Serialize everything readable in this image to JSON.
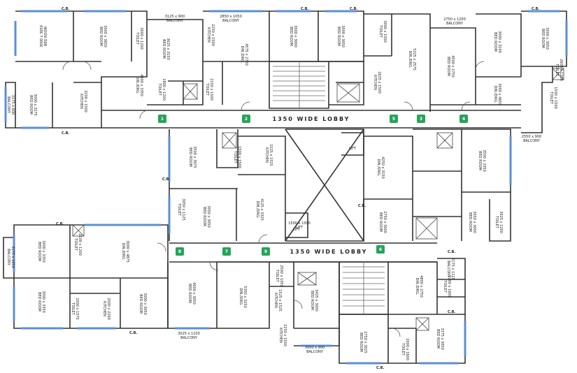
{
  "lobbies": [
    "1350 WIDE LOBBY",
    "1350 WIDE LOBBY"
  ],
  "flat_tags": [
    "1",
    "2",
    "5",
    "3",
    "4",
    "6",
    "7",
    "9",
    "8"
  ],
  "cb_label": "C.B.",
  "lift_label": "LIFT",
  "accent_color": "#27a35a",
  "window_color": "#5b8fd6",
  "rooms": [
    {
      "line1": "3000 x 3650",
      "line2": "BED ROOM",
      "rot": -90
    },
    {
      "line1": "3000 x 3650",
      "line2": "BED ROOM",
      "rot": 90
    },
    {
      "line1": "3125 x 900",
      "line2": "BALCONY",
      "rot": 0
    },
    {
      "line1": "2850 x 1050",
      "line2": "BALCONY",
      "rot": 0
    },
    {
      "line1": "3000 x 1200",
      "line2": "TOILET",
      "rot": 90
    },
    {
      "line1": "3625 x 3150",
      "line2": "BED ROOM",
      "rot": 90
    },
    {
      "line1": "2250 x 1500",
      "line2": "KITCHEN",
      "rot": 90
    },
    {
      "line1": "4575 x 2700",
      "line2": "DIN./DRG.",
      "rot": 90
    },
    {
      "line1": "3000 x 3000",
      "line2": "BED ROOM",
      "rot": 90
    },
    {
      "line1": "3000 x 3050",
      "line2": "BED ROOM",
      "rot": 90
    },
    {
      "line1": "3000 x 1500",
      "line2": "TOILET",
      "rot": 90
    },
    {
      "line1": "5325 x 2575",
      "line2": "DIN./DRG.",
      "rot": 90
    },
    {
      "line1": "2750 x 1200",
      "line2": "BALCONY",
      "rot": 0
    },
    {
      "line1": "4500 x 2750",
      "line2": "BED ROOM",
      "rot": 90
    },
    {
      "line1": "3000 x 3100",
      "line2": "BED ROOM",
      "rot": 90
    },
    {
      "line1": "3000 x 3050",
      "line2": "BED ROOM",
      "rot": 90
    },
    {
      "line1": "2600 x 1200",
      "line2": "TOILET",
      "rot": 90
    },
    {
      "line1": "4300 x 3350",
      "line2": "DIN./DRG.",
      "rot": 90
    },
    {
      "line1": "3200 x 1500",
      "line2": "KITCHEN",
      "rot": 90
    },
    {
      "line1": "3000 x 3275",
      "line2": "BED ROOM",
      "rot": 90
    },
    {
      "line1": "3175 x 600",
      "line2": "BALCONY",
      "rot": 90
    },
    {
      "line1": "2150 x 1500",
      "line2": "TOILET",
      "rot": 90
    },
    {
      "line1": "1800 x 1200",
      "line2": "TOILET",
      "rot": 90
    },
    {
      "line1": "2625 x 1500",
      "line2": "KITCHEN",
      "rot": 90
    },
    {
      "line1": "3000 x 4650",
      "line2": "DIN./DRG.",
      "rot": 90
    },
    {
      "line1": "1500 x 1500",
      "line2": "TOILET",
      "rot": 90
    },
    {
      "line1": "2550 x 900",
      "line2": "BALCONY",
      "rot": 0
    },
    {
      "line1": "3500 x 3075",
      "line2": "BED ROOM",
      "rot": 90
    },
    {
      "line1": "1500 x 1500",
      "line2": "TOILET",
      "rot": 90
    },
    {
      "line1": "1525 x 1525",
      "line2": "KITCHEN",
      "rot": 90
    },
    {
      "line1": "4125 x 3325",
      "line2": "DIN./DRG.",
      "rot": 90
    },
    {
      "line1": "4250 x 3150",
      "line2": "DIN./DRG.",
      "rot": 90
    },
    {
      "line1": "3500 x 3350",
      "line2": "BED ROOM",
      "rot": 90
    },
    {
      "line1": "3050 x 3050",
      "line2": "BED ROOM",
      "rot": 90
    },
    {
      "line1": "3050 x 1125",
      "line2": "TOILET",
      "rot": 90
    },
    {
      "line1": "2750 x 3000",
      "line2": "BED ROOM",
      "rot": 90
    },
    {
      "line1": "3050 x 3000",
      "line2": "BED ROOM",
      "rot": 90
    },
    {
      "line1": "3025 x 1200",
      "line2": "TOILET",
      "rot": 90
    },
    {
      "line1": "1500 x 1500",
      "line2": "LIFT",
      "rot": 0
    },
    {
      "line1": "3000 x 3350",
      "line2": "BED ROOM",
      "rot": 90
    },
    {
      "line1": "2100 x 1200",
      "line2": "TOILET",
      "rot": 90
    },
    {
      "line1": "3000 x 4875",
      "line2": "DIN./DRG.",
      "rot": 90
    },
    {
      "line1": "3175 x 1050",
      "line2": "BALCONY",
      "rot": 90
    },
    {
      "line1": "3000 x 3350",
      "line2": "BED ROOM",
      "rot": 90
    },
    {
      "line1": "2000 x 1575",
      "line2": "TOILET",
      "rot": 90
    },
    {
      "line1": "2000 x 2200",
      "line2": "KITCHEN",
      "rot": 90
    },
    {
      "line1": "3000 x 3050",
      "line2": "BED ROOM",
      "rot": 90
    },
    {
      "line1": "4000 x 3050",
      "line2": "BED ROOM",
      "rot": 90
    },
    {
      "line1": "5350 x 3250",
      "line2": "DIN./DRG.",
      "rot": 90
    },
    {
      "line1": "2500 x 1050",
      "line2": "TOILET",
      "rot": 90
    },
    {
      "line1": "1525 x 1525",
      "line2": "KITCHEN",
      "rot": 90
    },
    {
      "line1": "3425 x 3000",
      "line2": "BED ROOM",
      "rot": 90
    },
    {
      "line1": "2250 x 1500",
      "line2": "KITCHEN",
      "rot": 90
    },
    {
      "line1": "3025 x 1100",
      "line2": "BALCONY",
      "rot": 0
    },
    {
      "line1": "3000 x 900",
      "line2": "BALCONY",
      "rot": 0
    },
    {
      "line1": "4800 x 2750",
      "line2": "DIN./DRG.",
      "rot": 90
    },
    {
      "line1": "2175 x 1125",
      "line2": "BALCONY",
      "rot": 90
    },
    {
      "line1": "2750 x 3025",
      "line2": "BED ROOM",
      "rot": 90
    },
    {
      "line1": "3375 x 3050",
      "line2": "BED ROOM",
      "rot": 90
    },
    {
      "line1": "2000 x 1600",
      "line2": "TOILET",
      "rot": 90
    },
    {
      "line1": "1200 x 1600",
      "line2": "TOILET",
      "rot": 90
    }
  ]
}
